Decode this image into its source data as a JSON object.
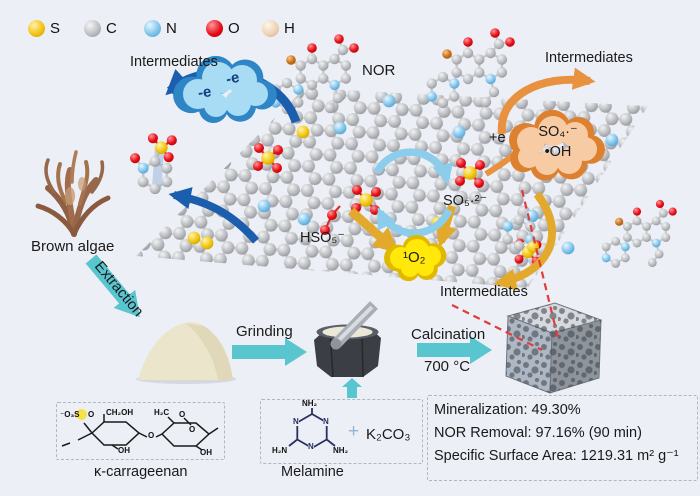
{
  "legend": {
    "items": [
      {
        "symbol": "S",
        "color": "#f0c010"
      },
      {
        "symbol": "C",
        "color": "#b9bbbf"
      },
      {
        "symbol": "N",
        "color": "#79c1e8"
      },
      {
        "symbol": "O",
        "color": "#e50813"
      },
      {
        "symbol": "H",
        "color": "#ecd0b0"
      }
    ]
  },
  "reaction": {
    "intermediates_top_left": "Intermediates",
    "intermediates_top_right": "Intermediates",
    "intermediates_bottom": "Intermediates",
    "nor": "NOR",
    "minus_e_1": "-e",
    "minus_e_2": "-e",
    "plus_e": "+e",
    "so4_radical": "SO₄·⁻",
    "oh_radical": "•OH",
    "so5_radical": "SO₅·²⁻",
    "hso5": "HSO₅⁻",
    "singlet_o2": "¹O₂"
  },
  "process": {
    "brown_algae": "Brown algae",
    "extraction": "Extraction",
    "grinding": "Grinding",
    "calcination": "Calcination",
    "temperature": "700 °C"
  },
  "structures": {
    "carrageenan": {
      "name": "κ-carrageenan",
      "sulfate": "⁻O₃S",
      "o1": "O",
      "ch2oh": "CH₂OH",
      "h2c": "H₂C",
      "o2": "O",
      "o3": "O",
      "oh1": "OH",
      "o4": "O",
      "oh2": "OH"
    },
    "melamine": {
      "name": "Melamine",
      "nh2_top": "NH₂",
      "h2n_left": "H₂N",
      "nh2_right": "NH₂",
      "n1": "N",
      "n2": "N",
      "n3": "N",
      "plus": "+",
      "k2co3": "K₂CO₃"
    }
  },
  "results": {
    "mineralization": "Mineralization: 49.30%",
    "nor_removal": "NOR Removal: 97.16% (90 min)",
    "surface_area": "Specific Surface Area: 1219.31 m² g⁻¹"
  },
  "colors": {
    "background": "#edeff6",
    "cyan_arrow": "#58c5cf",
    "blue_arrow": "#1b5eae",
    "orange_arrow": "#e8923f",
    "gold_arrow": "#e3a92c",
    "light_blue_arrow": "#8ccdeb",
    "red_dashed": "#e23b3b",
    "blue_cloud": "#a8dcf5",
    "orange_cloud": "#f7cba3",
    "yellow_cloud": "#ffe80a"
  }
}
